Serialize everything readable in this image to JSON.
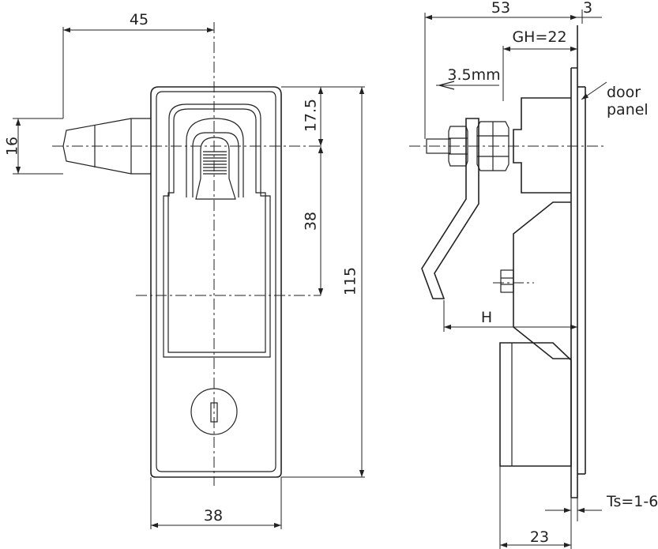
{
  "front_view": {
    "dim_width_top": "45",
    "dim_handle_height": "16",
    "dim_offset_top": "17.5",
    "dim_handle_travel": "38",
    "dim_total_height": "115",
    "dim_width_bottom": "38"
  },
  "side_view": {
    "dim_depth_top": "53",
    "dim_flange": "3",
    "dim_grip_height": "GH=22",
    "dim_stud_offset": "3.5mm",
    "label_door_line1": "door",
    "label_door_line2": "panel",
    "dim_h": "H",
    "dim_thickness": "Ts=1-6",
    "dim_depth_bottom": "23"
  },
  "colors": {
    "line": "#222222",
    "background": "#ffffff"
  }
}
